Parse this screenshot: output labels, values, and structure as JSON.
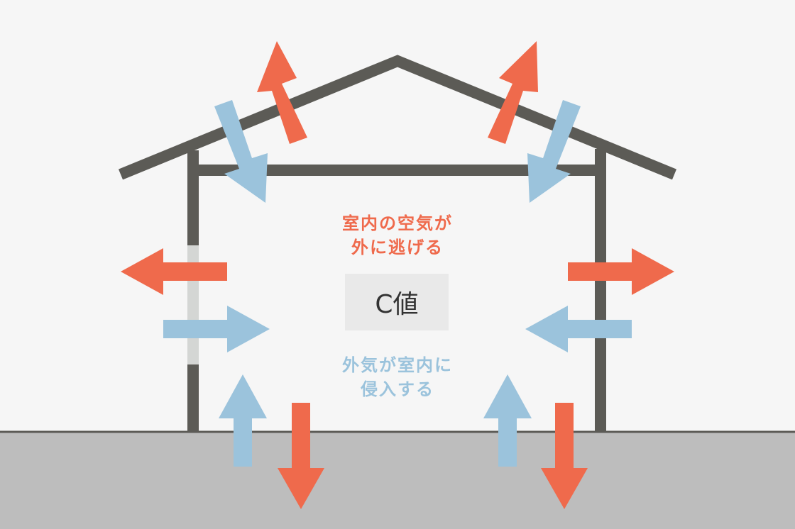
{
  "labels": {
    "air_leak": [
      "室内の空気が",
      "外に逃げる"
    ],
    "air_infiltration": [
      "外気が室内に",
      "侵入する"
    ],
    "center": "C値"
  },
  "colors": {
    "background": "#f6f6f6",
    "ground": "#bdbdbd",
    "ground_line": "#5c5b56",
    "frame": "#5c5b56",
    "outflow_arrow": "#ef6a4c",
    "inflow_arrow": "#9bc3dc",
    "window": "#d4d6d4",
    "center_box": "#e9e9e9"
  },
  "arrows": {
    "outflow": [
      "roof-left",
      "roof-right",
      "wall-left",
      "wall-right",
      "floor-left",
      "floor-right"
    ],
    "inflow": [
      "roof-left",
      "roof-right",
      "wall-left",
      "wall-right",
      "floor-left",
      "floor-right"
    ]
  }
}
